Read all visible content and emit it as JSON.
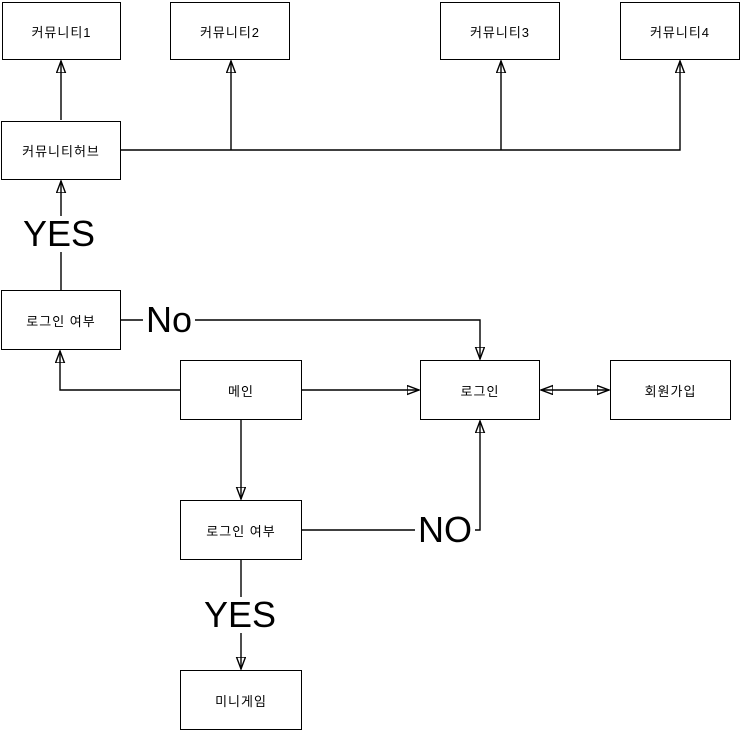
{
  "diagram": {
    "colors": {
      "background": "#ffffff",
      "line": "#000000",
      "node_fill": "#ffffff",
      "node_border": "#000000",
      "text": "#000000"
    },
    "nodes": {
      "community1": {
        "label": "커뮤니티1"
      },
      "community2": {
        "label": "커뮤니티2"
      },
      "community3": {
        "label": "커뮤니티3"
      },
      "community4": {
        "label": "커뮤니티4"
      },
      "community_hub": {
        "label": "커뮤니티허브"
      },
      "login_check_top": {
        "label": "로그인 여부"
      },
      "main": {
        "label": "메인"
      },
      "login": {
        "label": "로그인"
      },
      "signup": {
        "label": "회원가입"
      },
      "login_check_bottom": {
        "label": "로그인 여부"
      },
      "minigame": {
        "label": "미니게임"
      }
    },
    "edge_labels": {
      "hub_yes": "YES",
      "top_no": "No",
      "bottom_no": "NO",
      "bottom_yes": "YES"
    },
    "edges": [
      {
        "from": "community_hub",
        "to": "community1",
        "label": ""
      },
      {
        "from": "community_hub",
        "to": "community2",
        "label": ""
      },
      {
        "from": "community_hub",
        "to": "community3",
        "label": ""
      },
      {
        "from": "community_hub",
        "to": "community4",
        "label": ""
      },
      {
        "from": "login_check_top",
        "to": "community_hub",
        "label": "YES"
      },
      {
        "from": "login_check_top",
        "to": "login",
        "label": "No"
      },
      {
        "from": "main",
        "to": "login_check_top",
        "label": ""
      },
      {
        "from": "main",
        "to": "login",
        "label": ""
      },
      {
        "from": "login",
        "to": "signup",
        "label": "",
        "bidirectional": true
      },
      {
        "from": "main",
        "to": "login_check_bottom",
        "label": ""
      },
      {
        "from": "login_check_bottom",
        "to": "login",
        "label": "NO"
      },
      {
        "from": "login_check_bottom",
        "to": "minigame",
        "label": "YES"
      }
    ]
  }
}
